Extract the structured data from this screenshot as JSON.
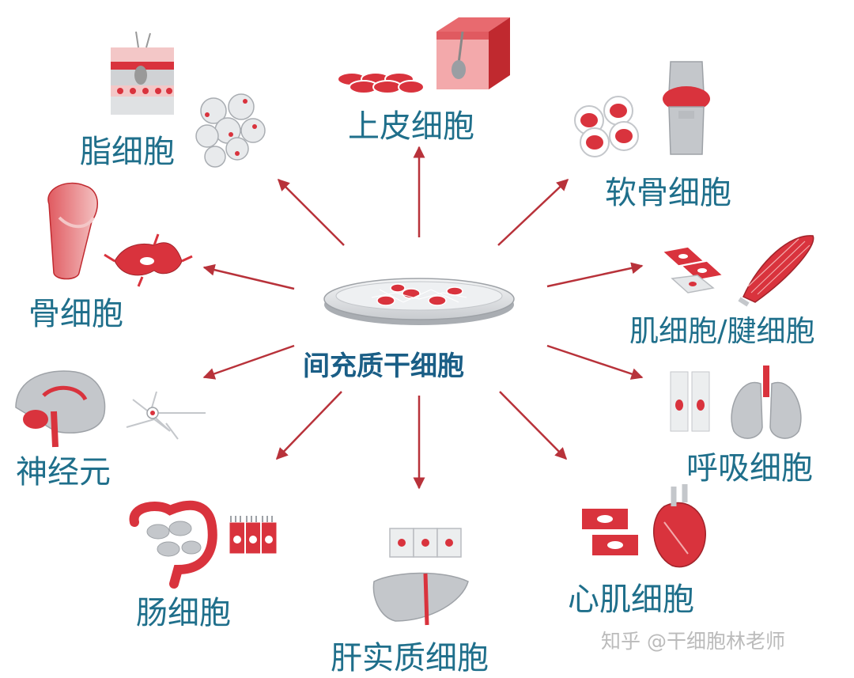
{
  "center": {
    "label": "间充质干细胞"
  },
  "cell_types": [
    {
      "id": "adipocyte",
      "label": "脂细胞",
      "icon": "fat-tissue-icon"
    },
    {
      "id": "epithelial",
      "label": "上皮细胞",
      "icon": "skin-block-icon"
    },
    {
      "id": "chondrocyte",
      "label": "软骨细胞",
      "icon": "knee-joint-icon"
    },
    {
      "id": "muscle-tendon",
      "label": "肌细胞/腱细胞",
      "icon": "muscle-icon"
    },
    {
      "id": "respiratory",
      "label": "呼吸细胞",
      "icon": "lung-icon"
    },
    {
      "id": "cardiomyocyte",
      "label": "心肌细胞",
      "icon": "heart-icon"
    },
    {
      "id": "hepatocyte",
      "label": "肝实质细胞",
      "icon": "liver-icon"
    },
    {
      "id": "intestinal",
      "label": "肠细胞",
      "icon": "intestine-icon"
    },
    {
      "id": "neuron",
      "label": "神经元",
      "icon": "brain-icon"
    },
    {
      "id": "osteocyte",
      "label": "骨细胞",
      "icon": "bone-icon"
    }
  ],
  "watermark": "知乎 @干细胞林老师",
  "colors": {
    "label": "#1f6f8b",
    "center_label": "#1a5e86",
    "arrow": "#b8323a",
    "tissue_red": "#d9333d",
    "tissue_light": "#f3c7c7",
    "gray": "#b9bcc0"
  }
}
